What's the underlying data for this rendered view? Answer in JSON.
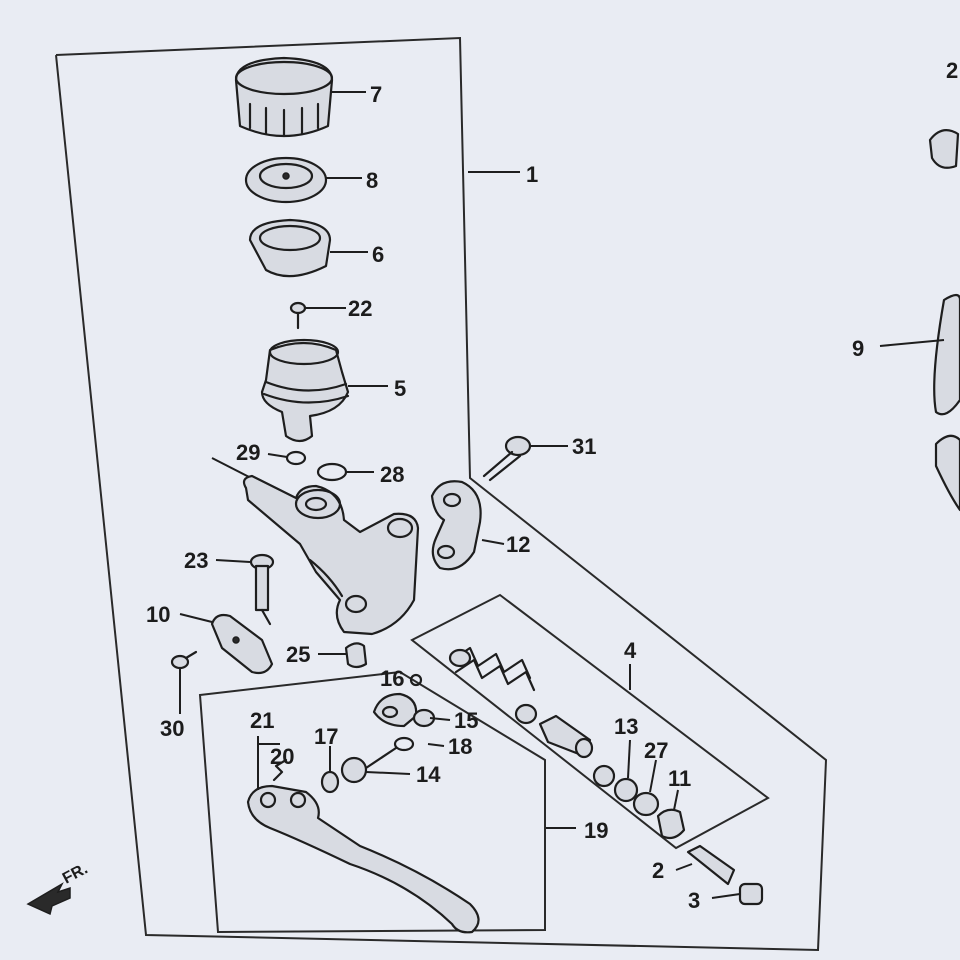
{
  "callouts": [
    {
      "id": "c1",
      "text": "1"
    },
    {
      "id": "c2",
      "text": "2"
    },
    {
      "id": "c3",
      "text": "3"
    },
    {
      "id": "c4",
      "text": "4"
    },
    {
      "id": "c5",
      "text": "5"
    },
    {
      "id": "c6",
      "text": "6"
    },
    {
      "id": "c7",
      "text": "7"
    },
    {
      "id": "c8",
      "text": "8"
    },
    {
      "id": "c9",
      "text": "9"
    },
    {
      "id": "c10",
      "text": "10"
    },
    {
      "id": "c11",
      "text": "11"
    },
    {
      "id": "c12",
      "text": "12"
    },
    {
      "id": "c13",
      "text": "13"
    },
    {
      "id": "c14",
      "text": "14"
    },
    {
      "id": "c15",
      "text": "15"
    },
    {
      "id": "c16",
      "text": "16"
    },
    {
      "id": "c17",
      "text": "17"
    },
    {
      "id": "c18",
      "text": "18"
    },
    {
      "id": "c19",
      "text": "19"
    },
    {
      "id": "c20",
      "text": "20"
    },
    {
      "id": "c21",
      "text": "21"
    },
    {
      "id": "c22",
      "text": "22"
    },
    {
      "id": "c23",
      "text": "23"
    },
    {
      "id": "c25",
      "text": "25"
    },
    {
      "id": "c27",
      "text": "27"
    },
    {
      "id": "c28",
      "text": "28"
    },
    {
      "id": "c29",
      "text": "29"
    },
    {
      "id": "c30",
      "text": "30"
    },
    {
      "id": "c31",
      "text": "31"
    },
    {
      "id": "c2b",
      "text": "2"
    }
  ],
  "direction_marker": {
    "text": "FR.",
    "icon": "front-arrow-icon"
  },
  "colors": {
    "background": "#e9ecf3",
    "ink": "#1e1e1e",
    "fill": "#d8dbe2"
  }
}
